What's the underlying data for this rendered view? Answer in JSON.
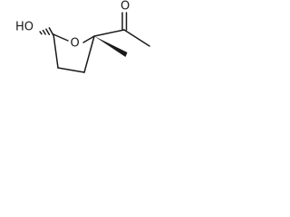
{
  "molecule": {
    "hydroxyl_label": "HO",
    "ring_oxygen_label": "O",
    "carbonyl_oxygen_label": "O"
  },
  "colors": {
    "bond": "#1a1a1a",
    "background": "#ffffff"
  }
}
